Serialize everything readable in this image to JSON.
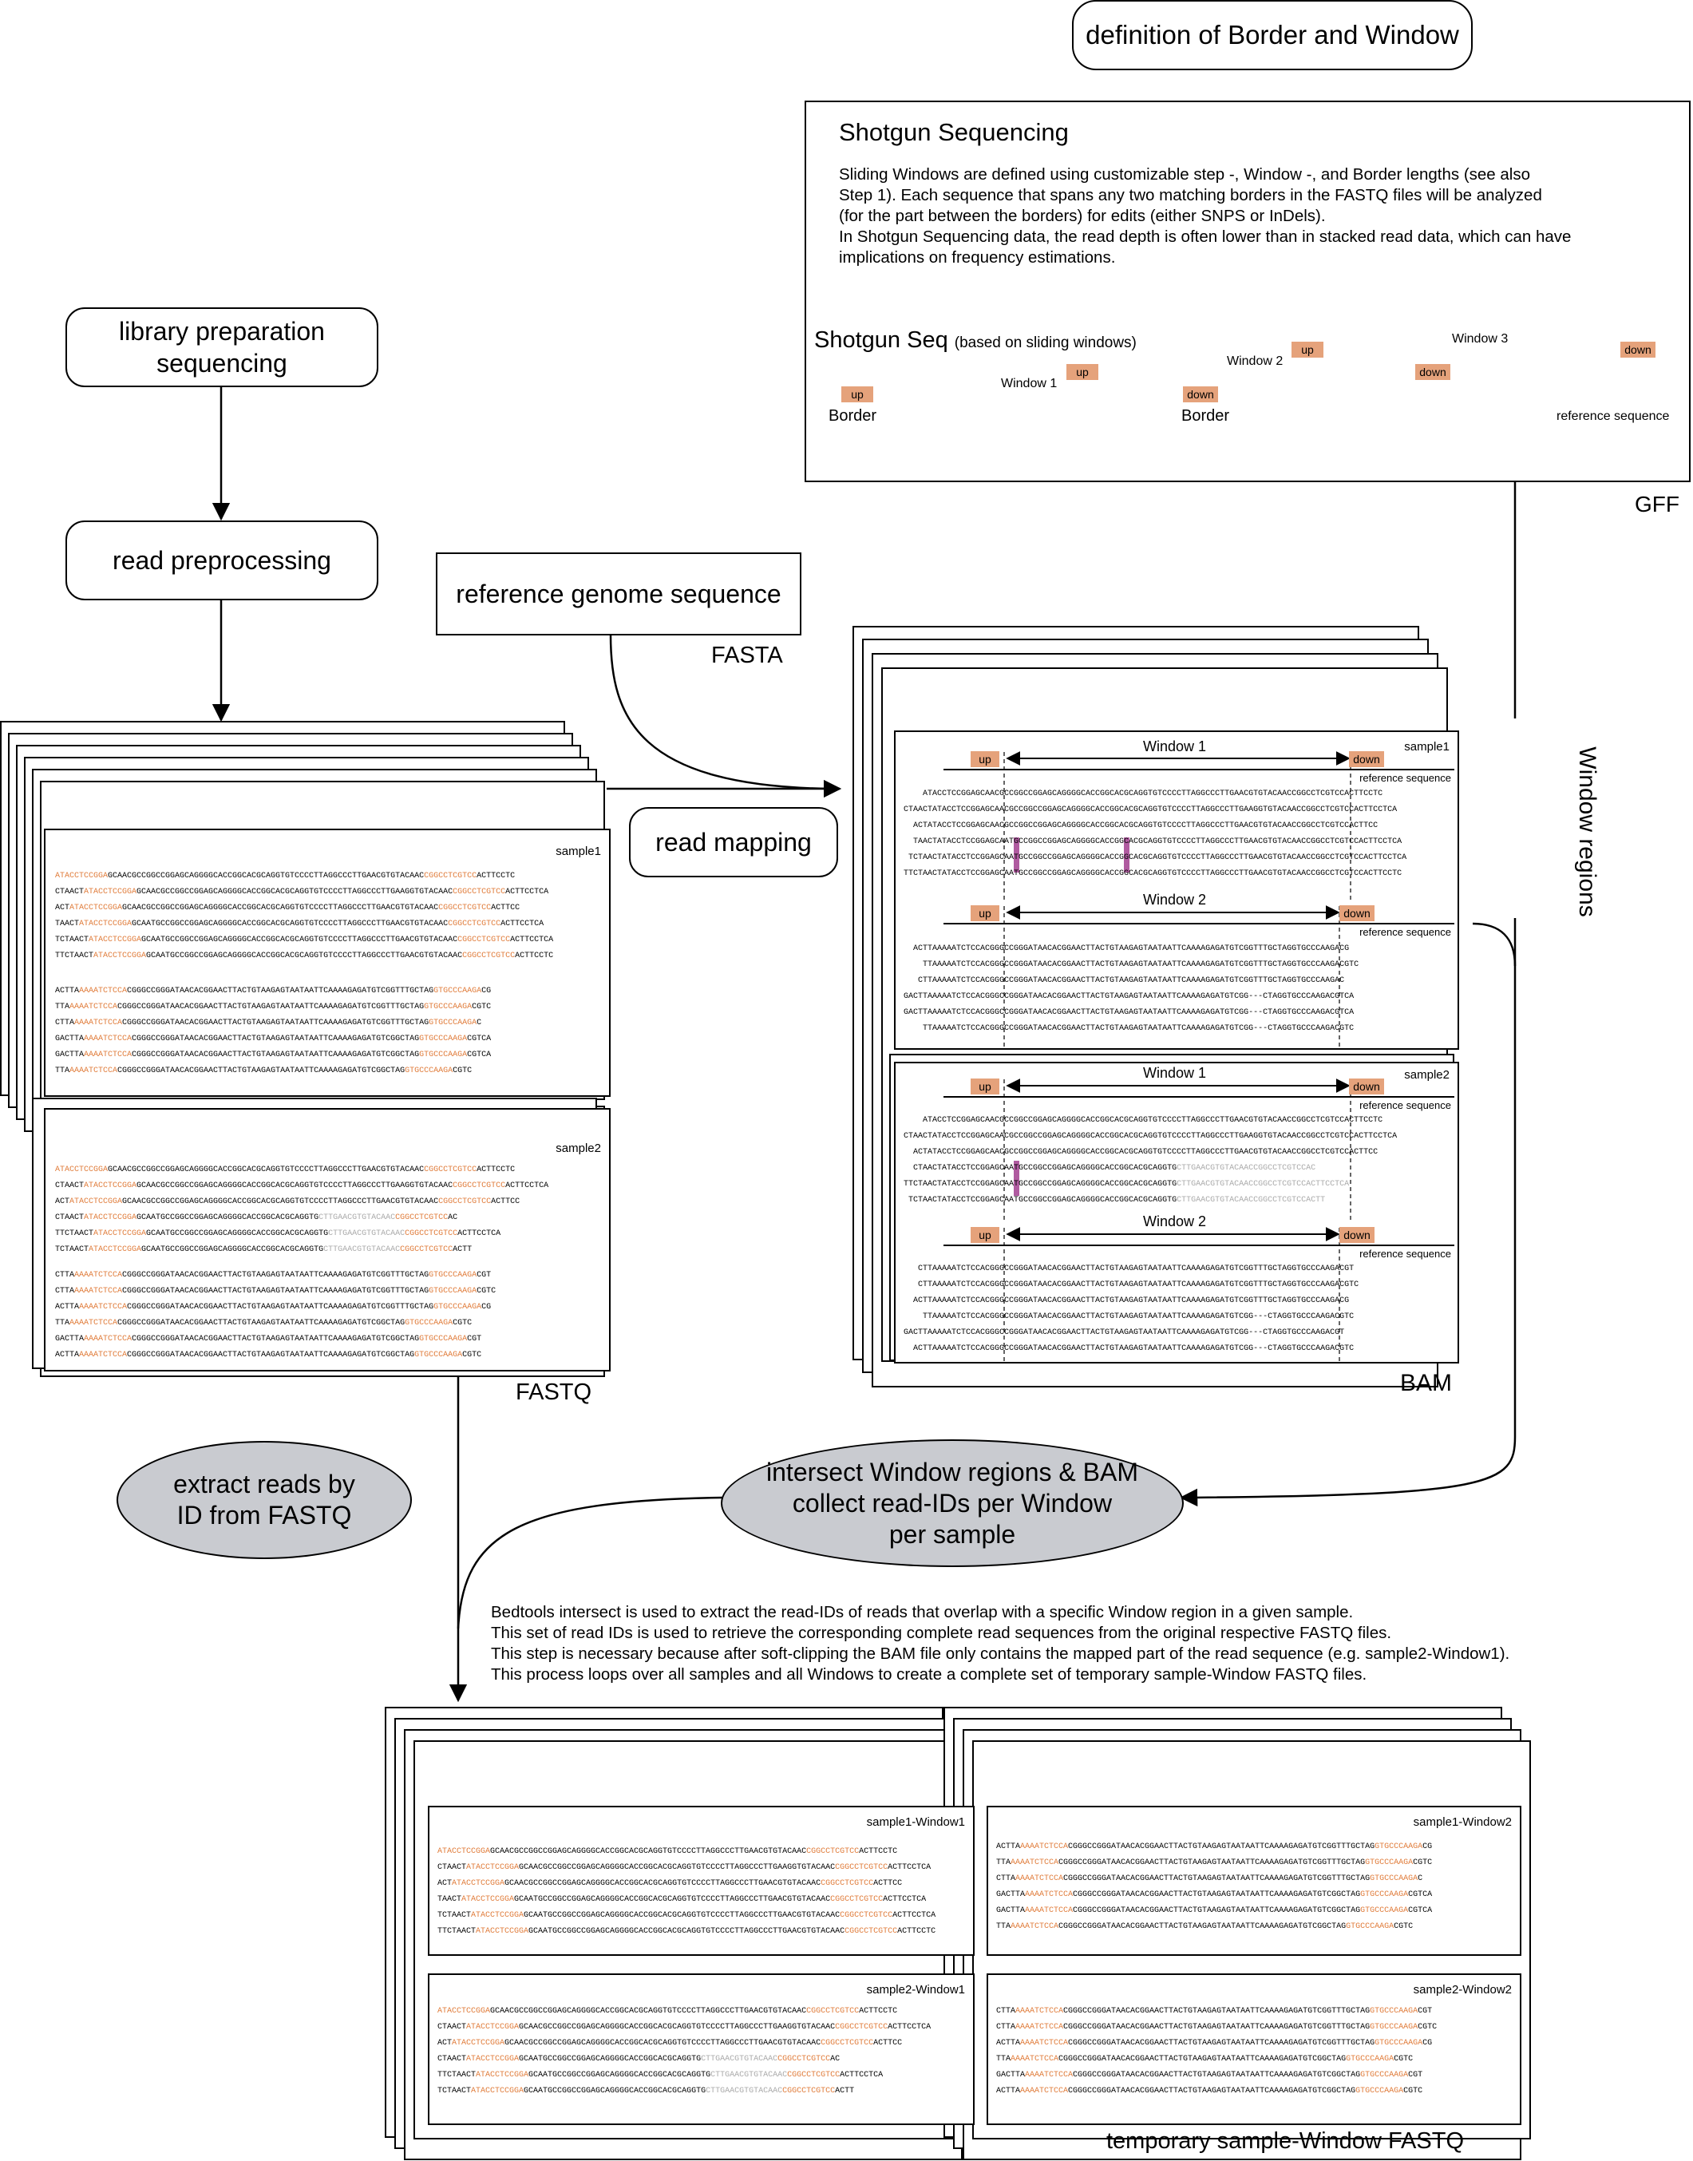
{
  "title": "definition of Border and Window",
  "gff_box": {
    "heading": "Shotgun Sequencing",
    "paragraph": "Sliding Windows are defined using customizable step -, Window -, and Border lengths (see also\nStep 1). Each sequence that spans any two matching borders in the FASTQ files will be analyzed\n(for the part between the borders) for edits (either SNPS or InDels).\nIn Shotgun Sequencing data, the read depth is often lower than in stacked read data, which can have\nimplications on frequency estimations.",
    "schematic_title": "Shotgun Seq",
    "schematic_subtitle": "(based on sliding windows)",
    "windows": [
      "Window 1",
      "Window 2",
      "Window 3"
    ],
    "up": "up",
    "down": "down",
    "border_left": "Border",
    "border_right": "Border",
    "reference": "reference sequence",
    "format": "GFF"
  },
  "nodes": {
    "library_prep": "library preparation\nsequencing",
    "read_preprocessing": "read preprocessing",
    "reference_genome": "reference genome sequence",
    "fasta_label": "FASTA",
    "read_mapping": "read mapping",
    "fastq_label": "FASTQ",
    "bam_label": "BAM",
    "window_regions": "Window regions",
    "extract_reads": "extract reads by\nID from FASTQ",
    "intersect": "intersect Window regions & BAM\ncollect read-IDs per Window\nper sample",
    "temp_label": "temporary sample-Window FASTQ"
  },
  "bedtools_paragraph": "Bedtools intersect is used to extract the read-IDs of reads that overlap with a specific Window region in a given sample.\nThis set of read IDs is used to retrieve the corresponding complete read sequences from the original respective FASTQ files.\nThis step is necessary because after soft-clipping the BAM file only contains the mapped part of the read sequence (e.g. sample2-Window1).\nThis process loops over all samples and all Windows to create a complete set of temporary sample-Window FASTQ files.",
  "samples": {
    "s1": "sample1",
    "s2": "sample2",
    "s1w1": "sample1-Window1",
    "s1w2": "sample1-Window2",
    "s2w1": "sample2-Window1",
    "s2w2": "sample2-Window2"
  },
  "bam": {
    "window1": "Window 1",
    "window2": "Window 2",
    "up": "up",
    "down": "down",
    "reference": "reference sequence"
  },
  "seqs": {
    "fq1a": [
      [
        "",
        "ATACCTCCGGA",
        "GCAACGCCGGCCGGAGCAGGGGCACCGGCACGCAGGTGTCCCCTTAGGCCCTTGAACGTGTACAAC",
        "CGGCCTCGTCC",
        "ACTTCCTC"
      ],
      [
        "CTAACT",
        "ATACCTCCGGA",
        "GCAACGCCGGCCGGAGCAGGGGCACCGGCACGCAGGTGTCCCCTTAGGCCCTTGAAGGTGTACAAC",
        "CGGCCTCGTCC",
        "ACTTCCTCA"
      ],
      [
        "ACT",
        "ATACCTCCGGA",
        "GCAACGCCGGCCGGAGCAGGGGCACCGGCACGCAGGTGTCCCCTTAGGCCCTTGAACGTGTACAAC",
        "CGGCCTCGTCC",
        "ACTTCC"
      ],
      [
        "TAACT",
        "ATACCTCCGGA",
        "GCAATGCCGGCCGGAGCAGGGGCACCGGCACGCAGGTGTCCCCTTAGGCCCTTGAACGTGTACAAC",
        "CGGCCTCGTCC",
        "ACTTCCTCA"
      ],
      [
        "TCTAACT",
        "ATACCTCCGGA",
        "GCAATGCCGGCCGGAGCAGGGGCACCGGCACGCAGGTGTCCCCTTAGGCCCTTGAACGTGTACAAC",
        "CGGCCTCGTCC",
        "ACTTCCTCA"
      ],
      [
        "TTCTAACT",
        "ATACCTCCGGA",
        "GCAATGCCGGCCGGAGCAGGGGCACCGGCACGCAGGTGTCCCCTTAGGCCCTTGAACGTGTACAAC",
        "CGGCCTCGTCC",
        "ACTTCCTC"
      ]
    ],
    "fq1b": [
      [
        "ACTTA",
        "AAAATCTCCA",
        "CGGGCCGGGATAACACGGAACTTACTGTAAGAGTAATAATTCAAAAGAGATGTCGGTTTGCTAG",
        "GTGCCCAAGA",
        "CG"
      ],
      [
        "TTA",
        "AAAATCTCCA",
        "CGGGCCGGGATAACACGGAACTTACTGTAAGAGTAATAATTCAAAAGAGATGTCGGTTTGCTAG",
        "GTGCCCAAGA",
        "CGTC"
      ],
      [
        "CTTA",
        "AAAATCTCCA",
        "CGGGCCGGGATAACACGGAACTTACTGTAAGAGTAATAATTCAAAAGAGATGTCGGTTTGCTAG",
        "GTGCCCAAGA",
        "C"
      ],
      [
        "GACTTA",
        "AAAATCTCCA",
        "CGGGCCGGGATAACACGGAACTTACTGTAAGAGTAATAATTCAAAAGAGATGTCGGCTAG",
        "GTGCCCAAGA",
        "CGTCA"
      ],
      [
        "GACTTA",
        "AAAATCTCCA",
        "CGGGCCGGGATAACACGGAACTTACTGTAAGAGTAATAATTCAAAAGAGATGTCGGCTAG",
        "GTGCCCAAGA",
        "CGTCA"
      ],
      [
        "TTA",
        "AAAATCTCCA",
        "CGGGCCGGGATAACACGGAACTTACTGTAAGAGTAATAATTCAAAAGAGATGTCGGCTAG",
        "GTGCCCAAGA",
        "CGTC"
      ]
    ],
    "fq2a": [
      [
        "",
        "ATACCTCCGGA",
        "GCAACGCCGGCCGGAGCAGGGGCACCGGCACGCAGGTGTCCCCTTAGGCCCTTGAACGTGTACAAC",
        "CGGCCTCGTCC",
        "ACTTCCTC"
      ],
      [
        "CTAACT",
        "ATACCTCCGGA",
        "GCAACGCCGGCCGGAGCAGGGGCACCGGCACGCAGGTGTCCCCTTAGGCCCTTGAAGGTGTACAAC",
        "CGGCCTCGTCC",
        "ACTTCCTCA"
      ],
      [
        "ACT",
        "ATACCTCCGGA",
        "GCAACGCCGGCCGGAGCAGGGGCACCGGCACGCAGGTGTCCCCTTAGGCCCTTGAACGTGTACAAC",
        "CGGCCTCGTCC",
        "ACTTCC"
      ],
      [
        "CTAACT",
        "ATACCTCCGGA",
        "GCAATGCCGGCCGGAGCAGGGGCACCGGCACGCAGGTG",
        "CTTGAACGTGTACAAC",
        "CGGCCTCGTCC",
        "AC"
      ],
      [
        "TTCTAACT",
        "ATACCTCCGGA",
        "GCAATGCCGGCCGGAGCAGGGGCACCGGCACGCAGGTG",
        "CTTGAACGTGTACAAC",
        "CGGCCTCGTCC",
        "ACTTCCTCA"
      ],
      [
        "TCTAACT",
        "ATACCTCCGGA",
        "GCAATGCCGGCCGGAGCAGGGGCACCGGCACGCAGGTG",
        "CTTGAACGTGTACAAC",
        "CGGCCTCGTCC",
        "ACTT"
      ]
    ],
    "fq2b": [
      [
        "CTTA",
        "AAAATCTCCA",
        "CGGGCCGGGATAACACGGAACTTACTGTAAGAGTAATAATTCAAAAGAGATGTCGGTTTGCTAG",
        "GTGCCCAAGA",
        "CGT"
      ],
      [
        "CTTA",
        "AAAATCTCCA",
        "CGGGCCGGGATAACACGGAACTTACTGTAAGAGTAATAATTCAAAAGAGATGTCGGTTTGCTAG",
        "GTGCCCAAGA",
        "CGTC"
      ],
      [
        "ACTTA",
        "AAAATCTCCA",
        "CGGGCCGGGATAACACGGAACTTACTGTAAGAGTAATAATTCAAAAGAGATGTCGGTTTGCTAG",
        "GTGCCCAAGA",
        "CG"
      ],
      [
        "TTA",
        "AAAATCTCCA",
        "CGGGCCGGGATAACACGGAACTTACTGTAAGAGTAATAATTCAAAAGAGATGTCGGCTAG",
        "GTGCCCAAGA",
        "CGTC"
      ],
      [
        "GACTTA",
        "AAAATCTCCA",
        "CGGGCCGGGATAACACGGAACTTACTGTAAGAGTAATAATTCAAAAGAGATGTCGGCTAG",
        "GTGCCCAAGA",
        "CGT"
      ],
      [
        "ACTTA",
        "AAAATCTCCA",
        "CGGGCCGGGATAACACGGAACTTACTGTAAGAGTAATAATTCAAAAGAGATGTCGGCTAG",
        "GTGCCCAAGA",
        "CGTC"
      ]
    ],
    "bam1w1": [
      [
        "    ATACCTCCGGA",
        "GCAACGCCGGCCGGAGCAGGGGCACCGGCACGCAGGTGTCCCCTTAGGCCCTTGAACGTGTACAAC",
        "CGGCCTCGTCCACTTCCTC"
      ],
      [
        "CTAACTATACCTCCGGA",
        "GCAACGCCGGCCGGAGCAGGGGCACCGGCACGCAGGTGTCCCCTTAGGCCCTTGAAGGTGTACAAC",
        "CGGCCTCGTCCACTTCCTCA"
      ],
      [
        "  ACTATACCTCCGGA",
        "GCAACGCCGGCCGGAGCAGGGGCACCGGCACGCAGGTGTCCCCTTAGGCCCTTGAACGTGTACAAC",
        "CGGCCTCGTCCACTTCC"
      ],
      [
        "  TAACTATACCTCCGGA",
        "GCAATGCCGGCCGGAGCAGGGGCACCGGCACGCAGGTGTCCCCTTAGGCCCTTGAACGTGTACAAC",
        "CGGCCTCGTCCACTTCCTCA"
      ],
      [
        " TCTAACTATACCTCCGGA",
        "GCAATGCCGGCCGGAGCAGGGGCACCGGCACGCAGGTGTCCCCTTAGGCCCTTGAACGTGTACAAC",
        "CGGCCTCGTCCACTTCCTCA"
      ],
      [
        "TTCTAACTATACCTCCGGA",
        "GCAATGCCGGCCGGAGCAGGGGCACCGGCACGCAGGTGTCCCCTTAGGCCCTTGAACGTGTACAAC",
        "CGGCCTCGTCCACTTCCTC"
      ]
    ],
    "bam1w2": [
      [
        "  ACTTAAAAATCTCCA",
        "CGGGCCGGGATAACACGGAACTTACTGTAAGAGTAATAATTCAAAAGAGATGTCGGTTTG",
        "CTAGGTGCCCAAGACG"
      ],
      [
        "    TTAAAAATCTCCA",
        "CGGGCCGGGATAACACGGAACTTACTGTAAGAGTAATAATTCAAAAGAGATGTCGGTTTG",
        "CTAGGTGCCCAAGACGTC"
      ],
      [
        "   CTTAAAAATCTCCA",
        "CGGGCCGGGATAACACGGAACTTACTGTAAGAGTAATAATTCAAAAGAGATGTCGGTTTG",
        "CTAGGTGCCCAAGAC"
      ],
      [
        "GACTTAAAAATCTCCA",
        "CGGGCCGGGATAACACGGAACTTACTGTAAGAGTAATAATTCAAAAGAGATGTCGG---",
        "CTAGGTGCCCAAGACGTCA"
      ],
      [
        "GACTTAAAAATCTCCA",
        "CGGGCCGGGATAACACGGAACTTACTGTAAGAGTAATAATTCAAAAGAGATGTCGG---",
        "CTAGGTGCCCAAGACGTCA"
      ],
      [
        "    TTAAAAATCTCCA",
        "CGGGCCGGGATAACACGGAACTTACTGTAAGAGTAATAATTCAAAAGAGATGTCGG---",
        "CTAGGTGCCCAAGACGTC"
      ]
    ],
    "bam2w1": [
      [
        "    ATACCTCCGGA",
        "GCAACGCCGGCCGGAGCAGGGGCACCGGCACGCAGGTGTCCCCTTAGGCCCTTGAACGTGTACAAC",
        "CGGCCTCGTCCACTTCCTC"
      ],
      [
        "CTAACTATACCTCCGGA",
        "GCAACGCCGGCCGGAGCAGGGGCACCGGCACGCAGGTGTCCCCTTAGGCCCTTGAAGGTGTACAAC",
        "CGGCCTCGTCCACTTCCTCA"
      ],
      [
        "  ACTATACCTCCGGA",
        "GCAACGCCGGCCGGAGCAGGGGCACCGGCACGCAGGTGTCCCCTTAGGCCCTTGAACGTGTACAAC",
        "CGGCCTCGTCCACTTCC"
      ],
      [
        "  CTAACTATACCTCCGGA",
        "GCAATGCCGGCCGGAGCAGGGGCACCGGCACGCAGGTG",
        "CTTGAACGTGTACAACCGGCCTCGTCCAC"
      ],
      [
        "TTCTAACTATACCTCCGGA",
        "GCAATGCCGGCCGGAGCAGGGGCACCGGCACGCAGGTG",
        "CTTGAACGTGTACAACCGGCCTCGTCCACTTCCTCA"
      ],
      [
        " TCTAACTATACCTCCGGA",
        "GCAATGCCGGCCGGAGCAGGGGCACCGGCACGCAGGTG",
        "CTTGAACGTGTACAACCGGCCTCGTCCACTT"
      ]
    ],
    "bam2w2": [
      [
        "   CTTAAAAATCTCCA",
        "CGGGCCGGGATAACACGGAACTTACTGTAAGAGTAATAATTCAAAAGAGATGTCGGTTTG",
        "CTAGGTGCCCAAGACGT"
      ],
      [
        "   CTTAAAAATCTCCA",
        "CGGGCCGGGATAACACGGAACTTACTGTAAGAGTAATAATTCAAAAGAGATGTCGGTTTG",
        "CTAGGTGCCCAAGACGTC"
      ],
      [
        "  ACTTAAAAATCTCCA",
        "CGGGCCGGGATAACACGGAACTTACTGTAAGAGTAATAATTCAAAAGAGATGTCGGTTTG",
        "CTAGGTGCCCAAGACG"
      ],
      [
        "    TTAAAAATCTCCA",
        "CGGGCCGGGATAACACGGAACTTACTGTAAGAGTAATAATTCAAAAGAGATGTCGG---",
        "CTAGGTGCCCAAGACGTC"
      ],
      [
        "GACTTAAAAATCTCCA",
        "CGGGCCGGGATAACACGGAACTTACTGTAAGAGTAATAATTCAAAAGAGATGTCGG---",
        "CTAGGTGCCCAAGACGT"
      ],
      [
        "  ACTTAAAAATCTCCA",
        "CGGGCCGGGATAACACGGAACTTACTGTAAGAGTAATAATTCAAAAGAGATGTCGG---",
        "CTAGGTGCCCAAGACGTC"
      ]
    ]
  },
  "colors": {
    "highlight": "#e07b39",
    "tag": "#e5a27b",
    "ellipse": "#c9cbd0",
    "mutation": "#b05ba0"
  }
}
